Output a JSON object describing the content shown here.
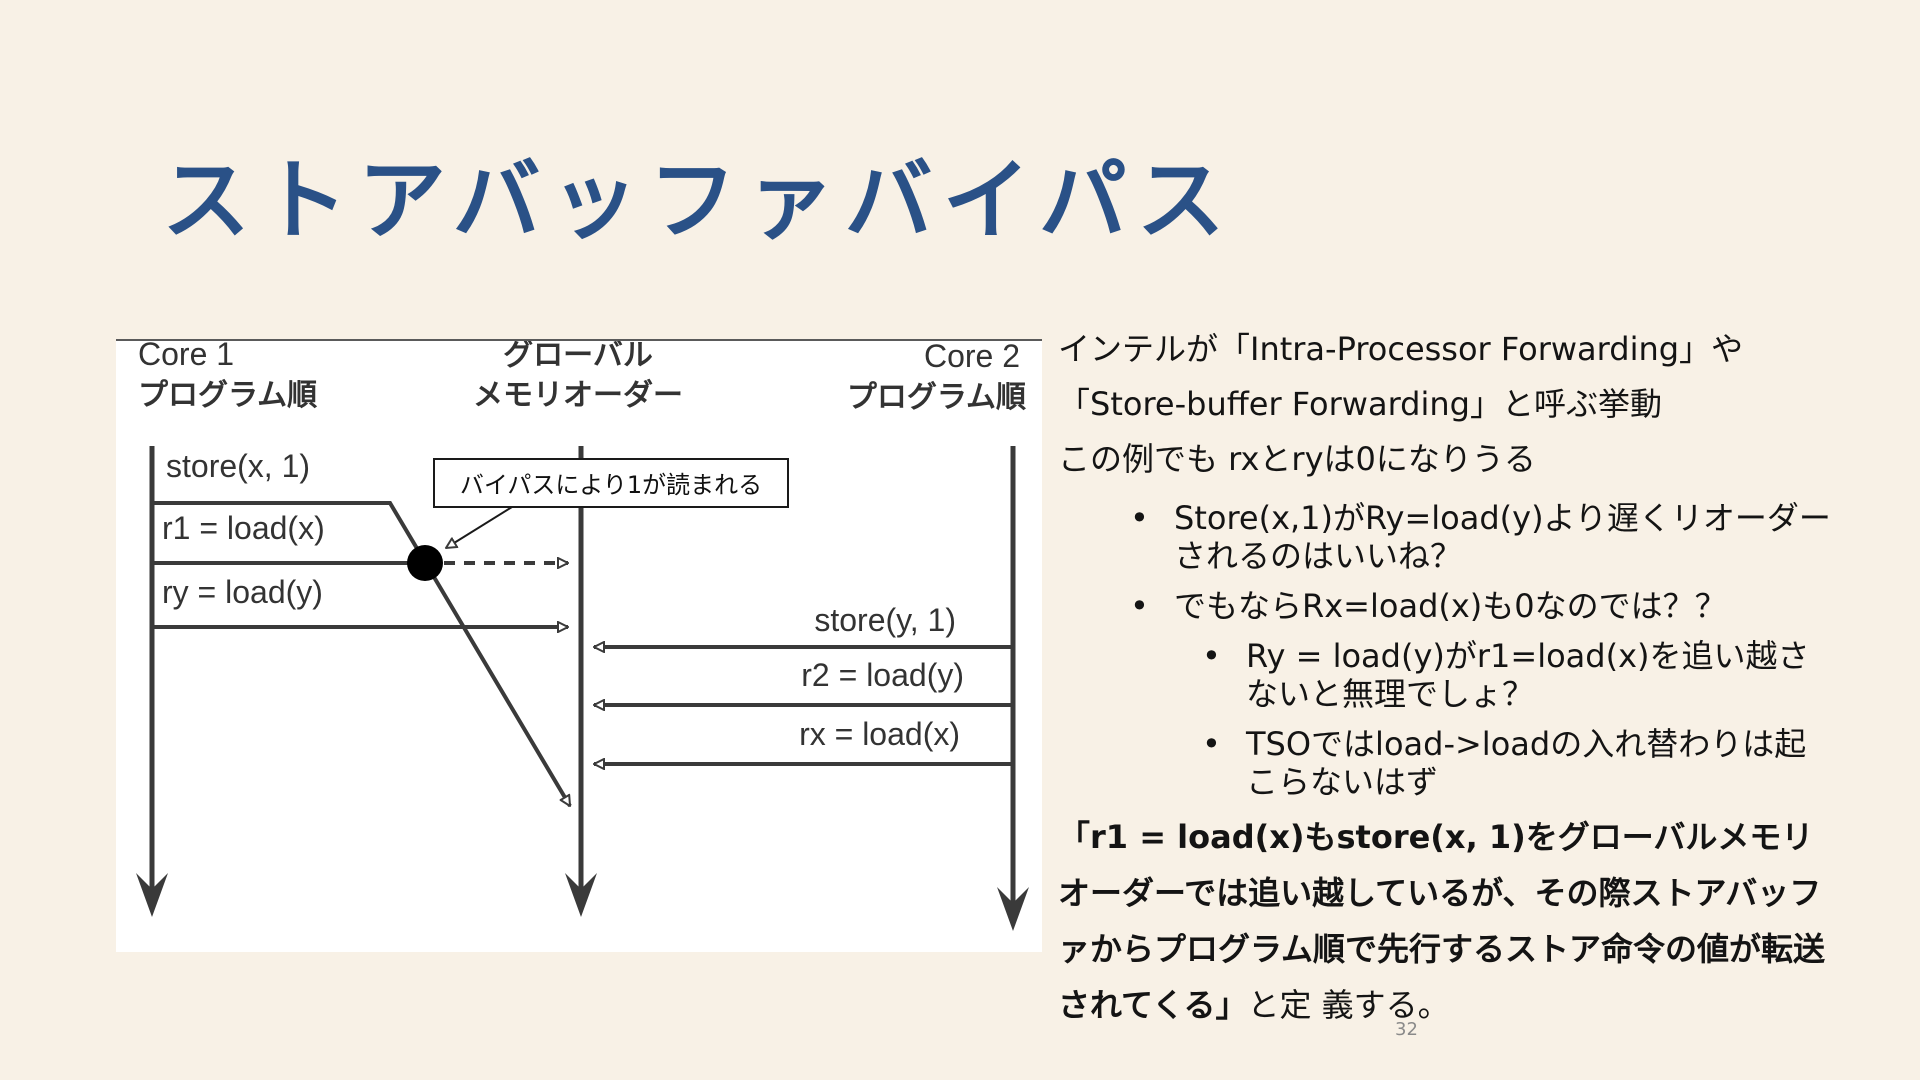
{
  "slide": {
    "title": "ストアバッファバイパス",
    "page_number": "32"
  },
  "diagram": {
    "core1_label": "Core 1",
    "core1_sub": "プログラム順",
    "global_label": "グローバル",
    "global_sub": "メモリオーダー",
    "core2_label": "Core 2",
    "core2_sub": "プログラム順",
    "core1_ops": [
      "store(x, 1)",
      "r1 = load(x)",
      "ry = load(y)"
    ],
    "core2_ops": [
      "store(y, 1)",
      "r2 = load(y)",
      "rx = load(x)"
    ],
    "callout": "バイパスにより1が読まれる"
  },
  "text": {
    "line1": "インテルが「Intra-Processor Forwarding」や",
    "line2": "「Store-buffer Forwarding」と呼ぶ挙動",
    "line3": "この例でも rxとryは0になりうる",
    "bullet1": "Store(x,1)がRy=load(y)より遅くリオーダーされるのはいいね？",
    "bullet2": "でもならRx=load(x)も0なのでは？？",
    "bullet3": "Ry = load(y)がr1=load(x)を追い越さないと無理でしょ？",
    "bullet4": "TSOではload->loadの入れ替わりは起こらないはず",
    "conclusion_bold": "「r1 = load(x)もstore(x, 1)をグローバルメモリオーダーでは追い越しているが、その際ストアバッファからプログラム順で先行するストア命令の値が転送されてくる」",
    "conclusion_rest": "と定 義する。"
  }
}
